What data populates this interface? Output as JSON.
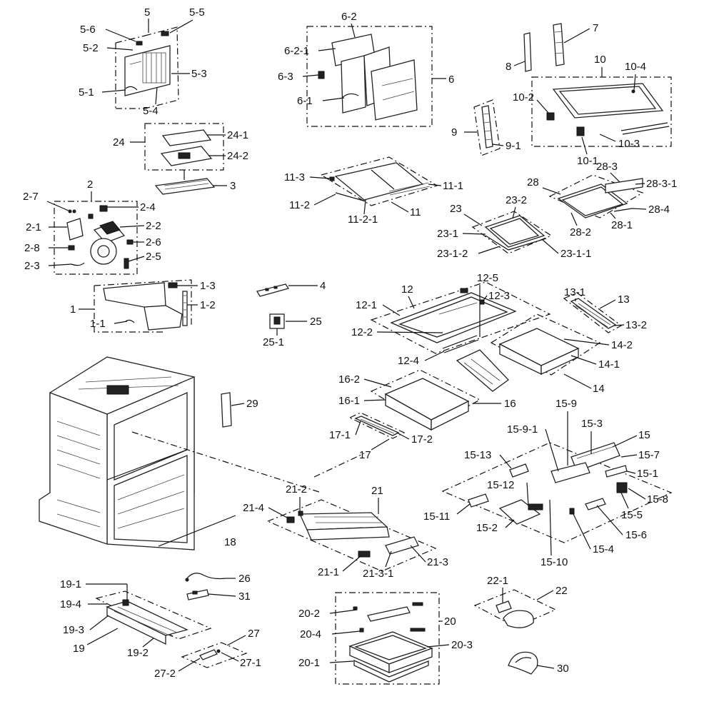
{
  "labels": {
    "l5": "5",
    "l5_6": "5-6",
    "l5_5": "5-5",
    "l5_2": "5-2",
    "l5_3": "5-3",
    "l5_1": "5-1",
    "l5_4": "5-4",
    "l6_2": "6-2",
    "l6_2_1": "6-2-1",
    "l6_3": "6-3",
    "l6": "6",
    "l6_1": "6-1",
    "l7": "7",
    "l8": "8",
    "l10": "10",
    "l10_4": "10-4",
    "l10_2": "10-2",
    "l9": "9",
    "l9_1": "9-1",
    "l10_3": "10-3",
    "l10_1": "10-1",
    "l24": "24",
    "l24_1": "24-1",
    "l24_2": "24-2",
    "l3": "3",
    "l11_3": "11-3",
    "l11_1": "11-1",
    "l11_2": "11-2",
    "l11": "11",
    "l11_2_1": "11-2-1",
    "l28_3": "28-3",
    "l28": "28",
    "l28_3_1": "28-3-1",
    "l28_4": "28-4",
    "l28_2": "28-2",
    "l28_1": "28-1",
    "l23_2": "23-2",
    "l23": "23",
    "l23_1": "23-1",
    "l23_1_2": "23-1-2",
    "l23_1_1": "23-1-1",
    "l2": "2",
    "l2_7": "2-7",
    "l2_4": "2-4",
    "l2_1": "2-1",
    "l2_2": "2-2",
    "l2_6": "2-6",
    "l2_8": "2-8",
    "l2_5": "2-5",
    "l2_3": "2-3",
    "l1_3": "1-3",
    "l1": "1",
    "l1_2": "1-2",
    "l1_1": "1-1",
    "l4": "4",
    "l25": "25",
    "l25_1": "25-1",
    "l12_5": "12-5",
    "l12": "12",
    "l12_1": "12-1",
    "l12_3": "12-3",
    "l12_2": "12-2",
    "l12_4": "12-4",
    "l13_1": "13-1",
    "l13": "13",
    "l13_2": "13-2",
    "l14_2": "14-2",
    "l14_1": "14-1",
    "l14": "14",
    "l16_2": "16-2",
    "l16_1": "16-1",
    "l16": "16",
    "l17_1": "17-1",
    "l17_2": "17-2",
    "l17": "17",
    "l29": "29",
    "l15_9": "15-9",
    "l15_3": "15-3",
    "l15_9_1": "15-9-1",
    "l15": "15",
    "l15_13": "15-13",
    "l15_7": "15-7",
    "l15_1": "15-1",
    "l15_12": "15-12",
    "l15_8": "15-8",
    "l15_11": "15-11",
    "l15_5": "15-5",
    "l15_2": "15-2",
    "l15_6": "15-6",
    "l15_4": "15-4",
    "l15_10": "15-10",
    "l21_2": "21-2",
    "l21": "21",
    "l21_4": "21-4",
    "l21_3": "21-3",
    "l21_1": "21-1",
    "l21_3_1": "21-3-1",
    "l18": "18",
    "l19_1": "19-1",
    "l26": "26",
    "l31": "31",
    "l19_4": "19-4",
    "l19_3": "19-3",
    "l19": "19",
    "l19_2": "19-2",
    "l27": "27",
    "l27_1": "27-1",
    "l27_2": "27-2",
    "l20_2": "20-2",
    "l20": "20",
    "l20_4": "20-4",
    "l20_3": "20-3",
    "l20_1": "20-1",
    "l22_1": "22-1",
    "l22": "22",
    "l30": "30"
  }
}
